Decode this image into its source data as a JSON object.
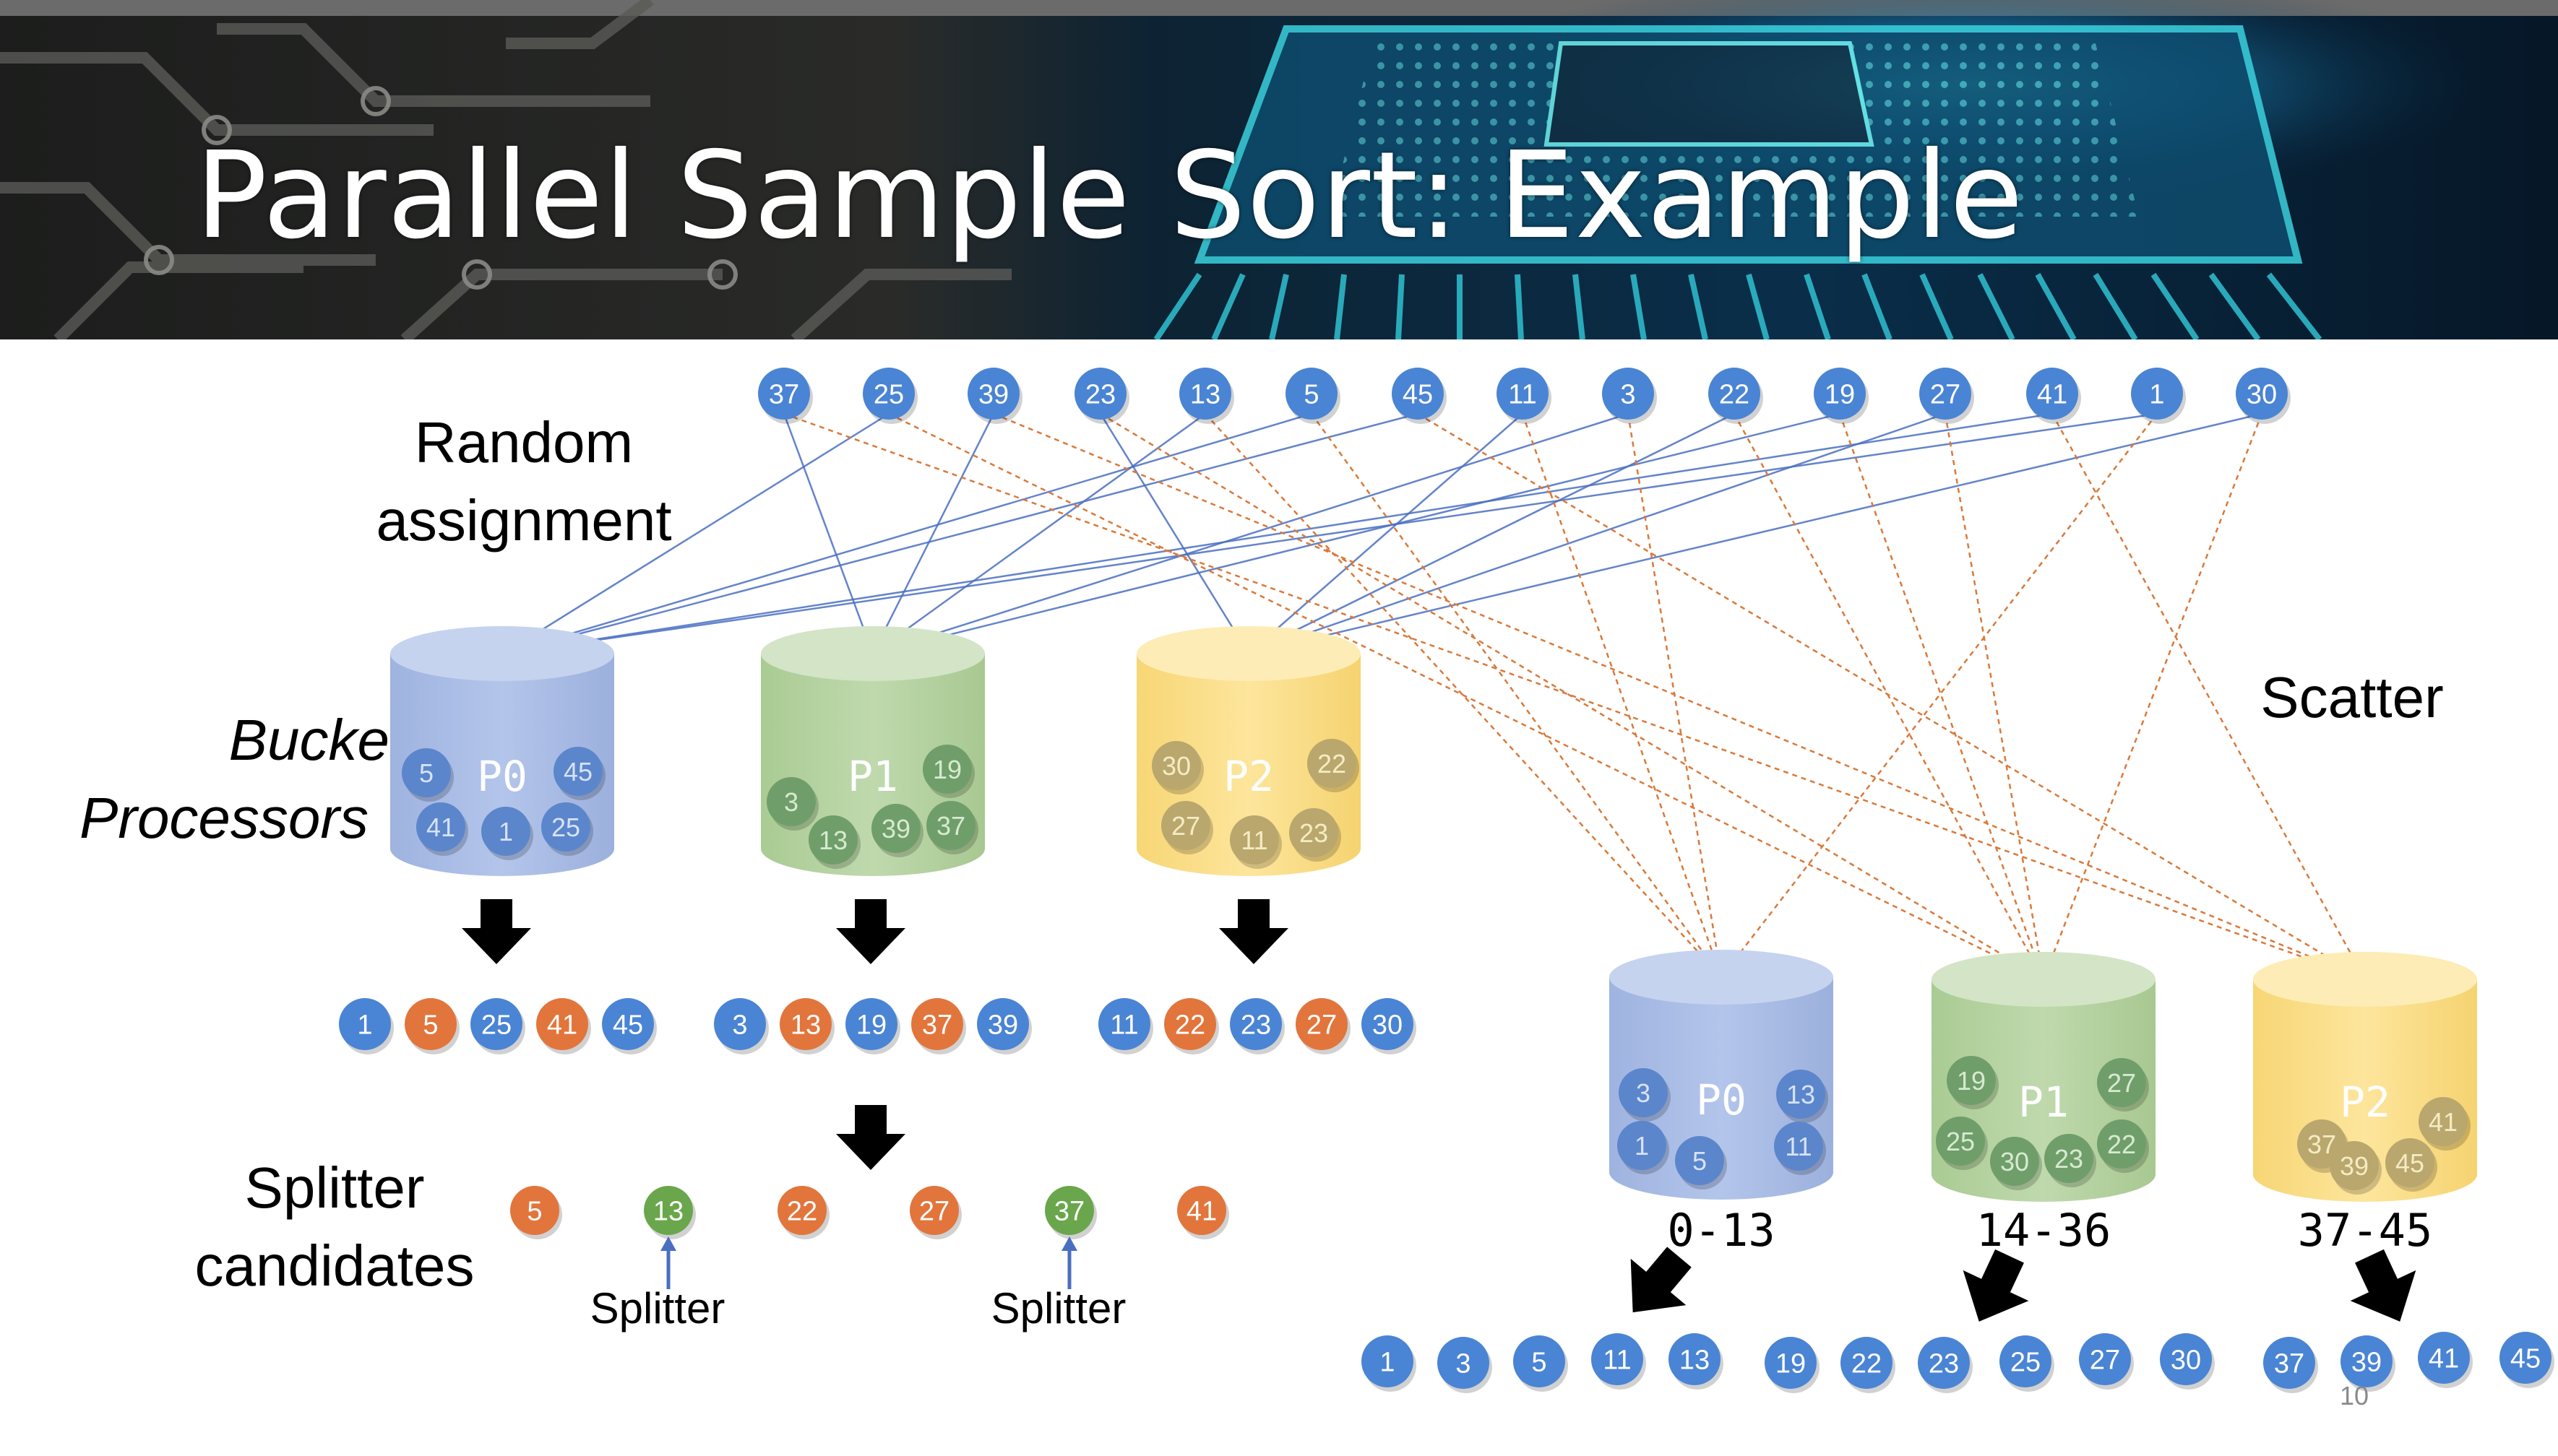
{
  "slide": {
    "title": "Parallel Sample Sort: Example",
    "page_number": "10"
  },
  "labels": {
    "random_assignment": [
      "Random",
      "assignment"
    ],
    "buckets_processors": [
      "Buckets/",
      "Processors"
    ],
    "scatter": "Scatter",
    "splitter_candidates": [
      "Splitter",
      "candidates"
    ],
    "splitter": "Splitter"
  },
  "colors": {
    "blue_node": "#4a84d4",
    "orange_node": "#e2753c",
    "green_node": "#6aa64b",
    "blue_bucket": "#a9bde4",
    "green_bucket": "#b7d3a3",
    "yellow_bucket": "#fbdf8c",
    "assign_line": "#4a6fc1",
    "scatter_line": "#d9793a"
  },
  "input_values": [
    "37",
    "25",
    "39",
    "23",
    "13",
    "5",
    "45",
    "11",
    "3",
    "22",
    "19",
    "27",
    "41",
    "1",
    "30"
  ],
  "buckets": [
    {
      "name": "P0",
      "color": "blue",
      "contents": [
        "5",
        "45",
        "41",
        "1",
        "25"
      ]
    },
    {
      "name": "P1",
      "color": "green",
      "contents": [
        "3",
        "19",
        "13",
        "39",
        "37"
      ]
    },
    {
      "name": "P2",
      "color": "yellow",
      "contents": [
        "30",
        "22",
        "27",
        "11",
        "23"
      ]
    }
  ],
  "sorted_buckets": [
    {
      "values": [
        "1",
        "5",
        "25",
        "41",
        "45"
      ],
      "highlight": [
        false,
        true,
        false,
        true,
        false
      ]
    },
    {
      "values": [
        "3",
        "13",
        "19",
        "37",
        "39"
      ],
      "highlight": [
        false,
        true,
        false,
        true,
        false
      ]
    },
    {
      "values": [
        "11",
        "22",
        "23",
        "27",
        "30"
      ],
      "highlight": [
        false,
        true,
        false,
        true,
        false
      ]
    }
  ],
  "splitter_candidates": [
    "5",
    "13",
    "22",
    "27",
    "37",
    "41"
  ],
  "chosen_splitters": [
    "13",
    "37"
  ],
  "result_buckets": [
    {
      "name": "P0",
      "color": "blue",
      "contents": [
        "3",
        "13",
        "1",
        "5",
        "11"
      ],
      "range": "0-13"
    },
    {
      "name": "P1",
      "color": "green",
      "contents": [
        "19",
        "27",
        "25",
        "30",
        "23",
        "22"
      ],
      "range": "14-36"
    },
    {
      "name": "P2",
      "color": "yellow",
      "contents": [
        "37",
        "41",
        "39",
        "45"
      ],
      "range": "37-45"
    }
  ],
  "final_sorted": [
    "1",
    "3",
    "5",
    "11",
    "13",
    "19",
    "22",
    "23",
    "25",
    "27",
    "30",
    "37",
    "39",
    "41",
    "45"
  ]
}
